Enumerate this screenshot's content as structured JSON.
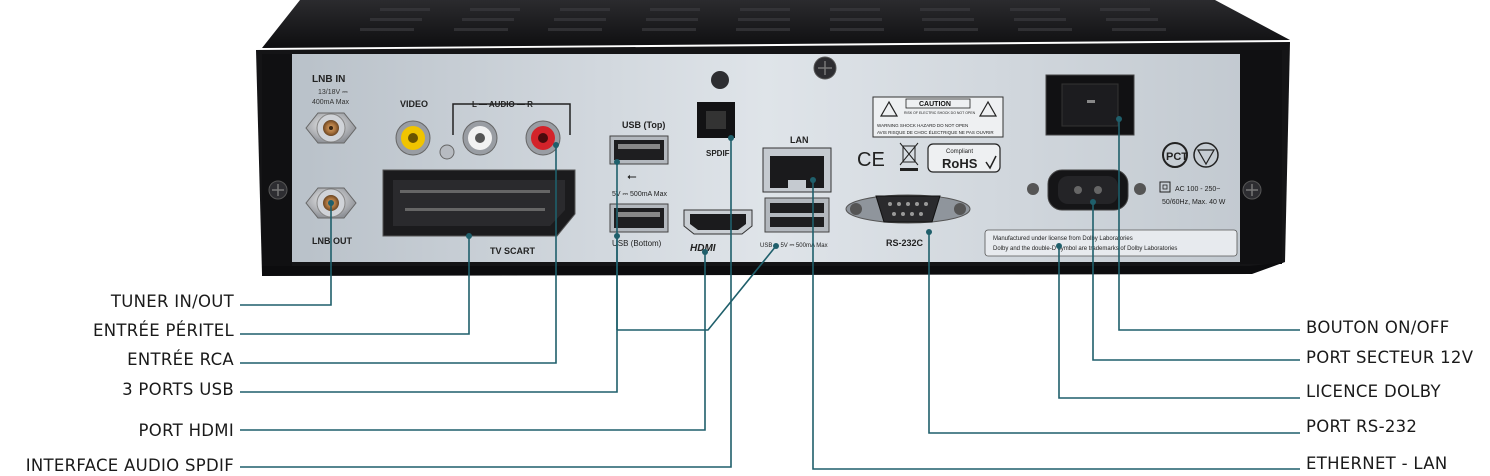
{
  "panel": {
    "lnb_in": "LNB IN",
    "lnb_in_spec1": "13/18V ⎓",
    "lnb_in_spec2": "400mA Max",
    "lnb_out": "LNB OUT",
    "video": "VIDEO",
    "audio": "L — AUDIO — R",
    "tv_scart": "TV SCART",
    "usb_top": "USB (Top)",
    "usb_spec": "5V ⎓ 500mA Max",
    "usb_bottom": "USB (Bottom)",
    "hdmi": "HDMI",
    "spdif": "SPDIF",
    "lan": "LAN",
    "usb_lan": "USB ⭠ 5V ⎓ 500mA Max",
    "caution": "CAUTION",
    "caution_sub": "RISK OF ELECTRIC SHOCK DO NOT OPEN",
    "warning": "WARNING  SHOCK HAZARD DO NOT OPEN",
    "avis": "AVIS  RISQUE DE CHOC ÉLECTRIQUE NE PAS OUVRIR",
    "ce": "CE",
    "rohs_compliant": "Compliant",
    "rohs": "RoHS",
    "rs232c": "RS-232C",
    "dolby_line1": "Manufactured under license from Dolby Laboratories",
    "dolby_line2": "Dolby and the double-D symbol are trademarks of Dolby Laboratories",
    "power_spec1": "AC 100 - 250~",
    "power_spec2": "50/60Hz, Max. 40 W",
    "pct": "PCT"
  },
  "labels_left": [
    {
      "id": "tuner",
      "text": "TUNER IN/OUT"
    },
    {
      "id": "peritel",
      "text": "ENTRÉE PÉRITEL"
    },
    {
      "id": "rca",
      "text": "ENTRÉE RCA"
    },
    {
      "id": "usb",
      "text": "3 PORTS USB"
    },
    {
      "id": "hdmi",
      "text": "PORT HDMI"
    },
    {
      "id": "spdif",
      "text": "INTERFACE AUDIO SPDIF"
    }
  ],
  "labels_right": [
    {
      "id": "onoff",
      "text": "BOUTON ON/OFF"
    },
    {
      "id": "secteur",
      "text": "PORT SECTEUR 12V"
    },
    {
      "id": "dolby",
      "text": "LICENCE DOLBY"
    },
    {
      "id": "rs232",
      "text": "PORT RS-232"
    },
    {
      "id": "lan",
      "text": "ETHERNET -  LAN"
    }
  ],
  "colors": {
    "leader": "#1f5f6b",
    "case": "#1b1b1d",
    "panel": "#cfd6dd",
    "label_text": "#1a1a1a"
  }
}
